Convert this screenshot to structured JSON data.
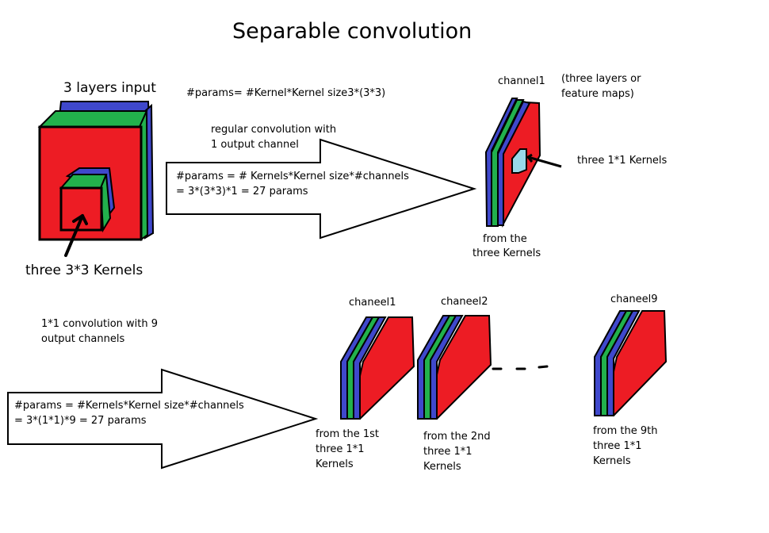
{
  "title": "Separable  convolution",
  "input": {
    "label": "3 layers input",
    "kernel_label": "three  3*3 Kernels"
  },
  "params_formula_top": "#params= #Kernel*Kernel size3*(3*3)",
  "arrow1": {
    "caption_line1": "regular convolution with",
    "caption_line2": "1 output channel",
    "formula_line1": "#params = # Kernels*Kernel size*#channels",
    "formula_line2": " = 3*(3*3)*1 = 27 params"
  },
  "channel1": {
    "label": "channel1",
    "note_line1": "(three layers or",
    "note_line2": "feature maps)",
    "kernels_label": "three 1*1 Kernels",
    "from_line1": "from the",
    "from_line2": "three Kernels"
  },
  "arrow2": {
    "caption_line1": "1*1 convolution with 9",
    "caption_line2": "output channels",
    "formula_line1": "#params = #Kernels*Kernel size*#channels",
    "formula_line2": " = 3*(1*1)*9 = 27 params"
  },
  "outputs": [
    {
      "label": "chaneel1",
      "from_line1": "from the 1st",
      "from_line2": "three 1*1",
      "from_line3": "Kernels"
    },
    {
      "label": "chaneel2",
      "from_line1": "from the 2nd",
      "from_line2": "three 1*1",
      "from_line3": "Kernels"
    },
    {
      "label": "chaneel9",
      "from_line1": "from the 9th",
      "from_line2": "three 1*1",
      "from_line3": "Kernels"
    }
  ],
  "ellipsis": "- - -",
  "colors": {
    "red": "#ed1c24",
    "green": "#22b14c",
    "blue": "#3f48cc",
    "outline": "#000000",
    "kernel_highlight": "#99d9ea"
  }
}
